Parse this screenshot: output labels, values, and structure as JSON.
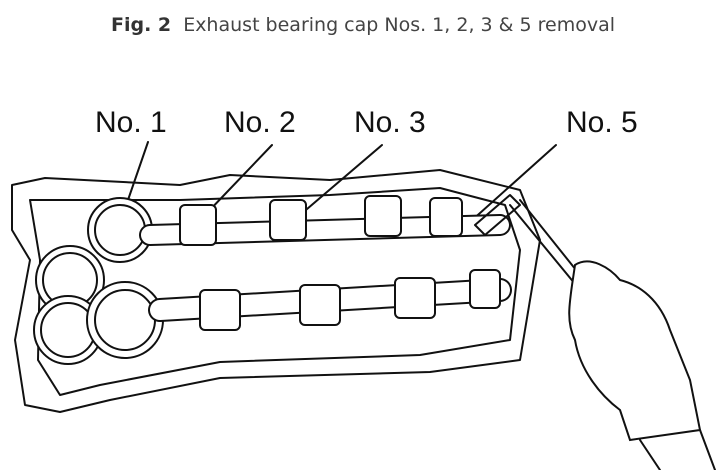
{
  "figure": {
    "number": "Fig. 2",
    "caption": "Exhaust bearing cap Nos. 1, 2, 3 & 5 removal"
  },
  "labels": [
    "No. 1",
    "No. 2",
    "No. 3",
    "No. 5"
  ]
}
